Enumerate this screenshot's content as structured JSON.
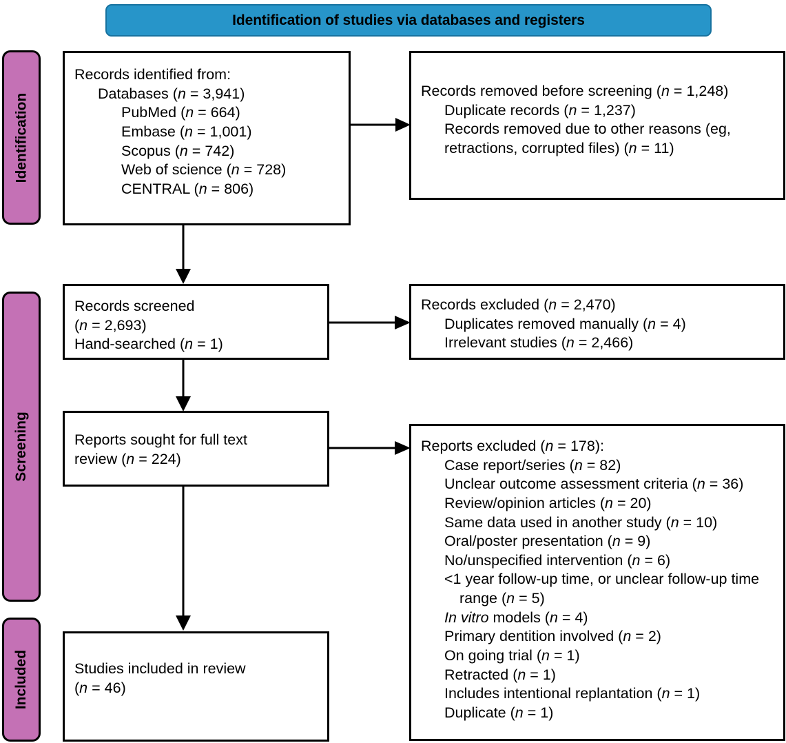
{
  "banner": {
    "title": "Identification of studies via databases and registers"
  },
  "stages": [
    {
      "key": "identification",
      "label": "Identification"
    },
    {
      "key": "screening",
      "label": "Screening"
    },
    {
      "key": "included",
      "label": "Included"
    }
  ],
  "boxes": {
    "identified": {
      "name": "records-identified-box",
      "title": "Records identified from:",
      "databases_total": "Databases (n = 3,941)",
      "sources": [
        "PubMed (n = 664)",
        "Embase (n = 1,001)",
        "Scopus (n = 742)",
        "Web of science (n = 728)",
        "CENTRAL (n = 806)"
      ]
    },
    "removed": {
      "name": "records-removed-box",
      "title": "Records removed before screening (n = 1,248)",
      "items": [
        "Duplicate records (n = 1,237)",
        "Records removed due to other reasons (eg, retractions, corrupted files) (n = 11)"
      ]
    },
    "screened": {
      "name": "records-screened-box",
      "line1": "Records screened",
      "line2": "(n = 2,693)",
      "line3": "Hand-searched (n = 1)"
    },
    "excluded": {
      "name": "records-excluded-box",
      "title": "Records excluded (n = 2,470)",
      "items": [
        "Duplicates removed manually (n = 4)",
        "Irrelevant studies (n = 2,466)"
      ]
    },
    "sought": {
      "name": "reports-sought-box",
      "line1": "Reports sought for full text",
      "line2": "review (n = 224)"
    },
    "reports_excluded": {
      "name": "reports-excluded-box",
      "title": "Reports excluded (n = 178):",
      "items": [
        {
          "text": "Case report/series (n = 82)",
          "italic_prefix": ""
        },
        {
          "text": "Unclear outcome assessment criteria (n = 36)",
          "italic_prefix": ""
        },
        {
          "text": "Review/opinion articles (n = 20)",
          "italic_prefix": ""
        },
        {
          "text": "Same data used in another study (n = 10)",
          "italic_prefix": ""
        },
        {
          "text": "Oral/poster presentation (n = 9)",
          "italic_prefix": ""
        },
        {
          "text": "No/unspecified intervention (n = 6)",
          "italic_prefix": ""
        },
        {
          "text": "<1 year follow-up time, or unclear follow-up time range (n = 5)",
          "italic_prefix": "",
          "wrap": true
        },
        {
          "text": " models (n = 4)",
          "italic_prefix": "In vitro"
        },
        {
          "text": "Primary dentition involved (n = 2)",
          "italic_prefix": ""
        },
        {
          "text": "On going trial (n = 1)",
          "italic_prefix": ""
        },
        {
          "text": "Retracted (n = 1)",
          "italic_prefix": ""
        },
        {
          "text": "Includes intentional replantation (n = 1)",
          "italic_prefix": ""
        },
        {
          "text": "Duplicate (n = 1)",
          "italic_prefix": ""
        }
      ]
    },
    "included": {
      "name": "studies-included-box",
      "line1": "Studies included in review",
      "line2": "(n = 46)"
    }
  },
  "arrows": [
    {
      "name": "arrow-identified-to-removed",
      "direction": "right"
    },
    {
      "name": "arrow-identified-to-screened",
      "direction": "down"
    },
    {
      "name": "arrow-screened-to-excluded",
      "direction": "right"
    },
    {
      "name": "arrow-screened-to-sought",
      "direction": "down"
    },
    {
      "name": "arrow-sought-to-reports-excluded",
      "direction": "right"
    },
    {
      "name": "arrow-sought-to-included",
      "direction": "down"
    }
  ],
  "colors": {
    "banner_fill": "#2795c9",
    "banner_border": "#17729f",
    "stage_fill": "#c471b5",
    "box_border": "#000000",
    "box_fill": "#ffffff",
    "text": "#000000"
  }
}
